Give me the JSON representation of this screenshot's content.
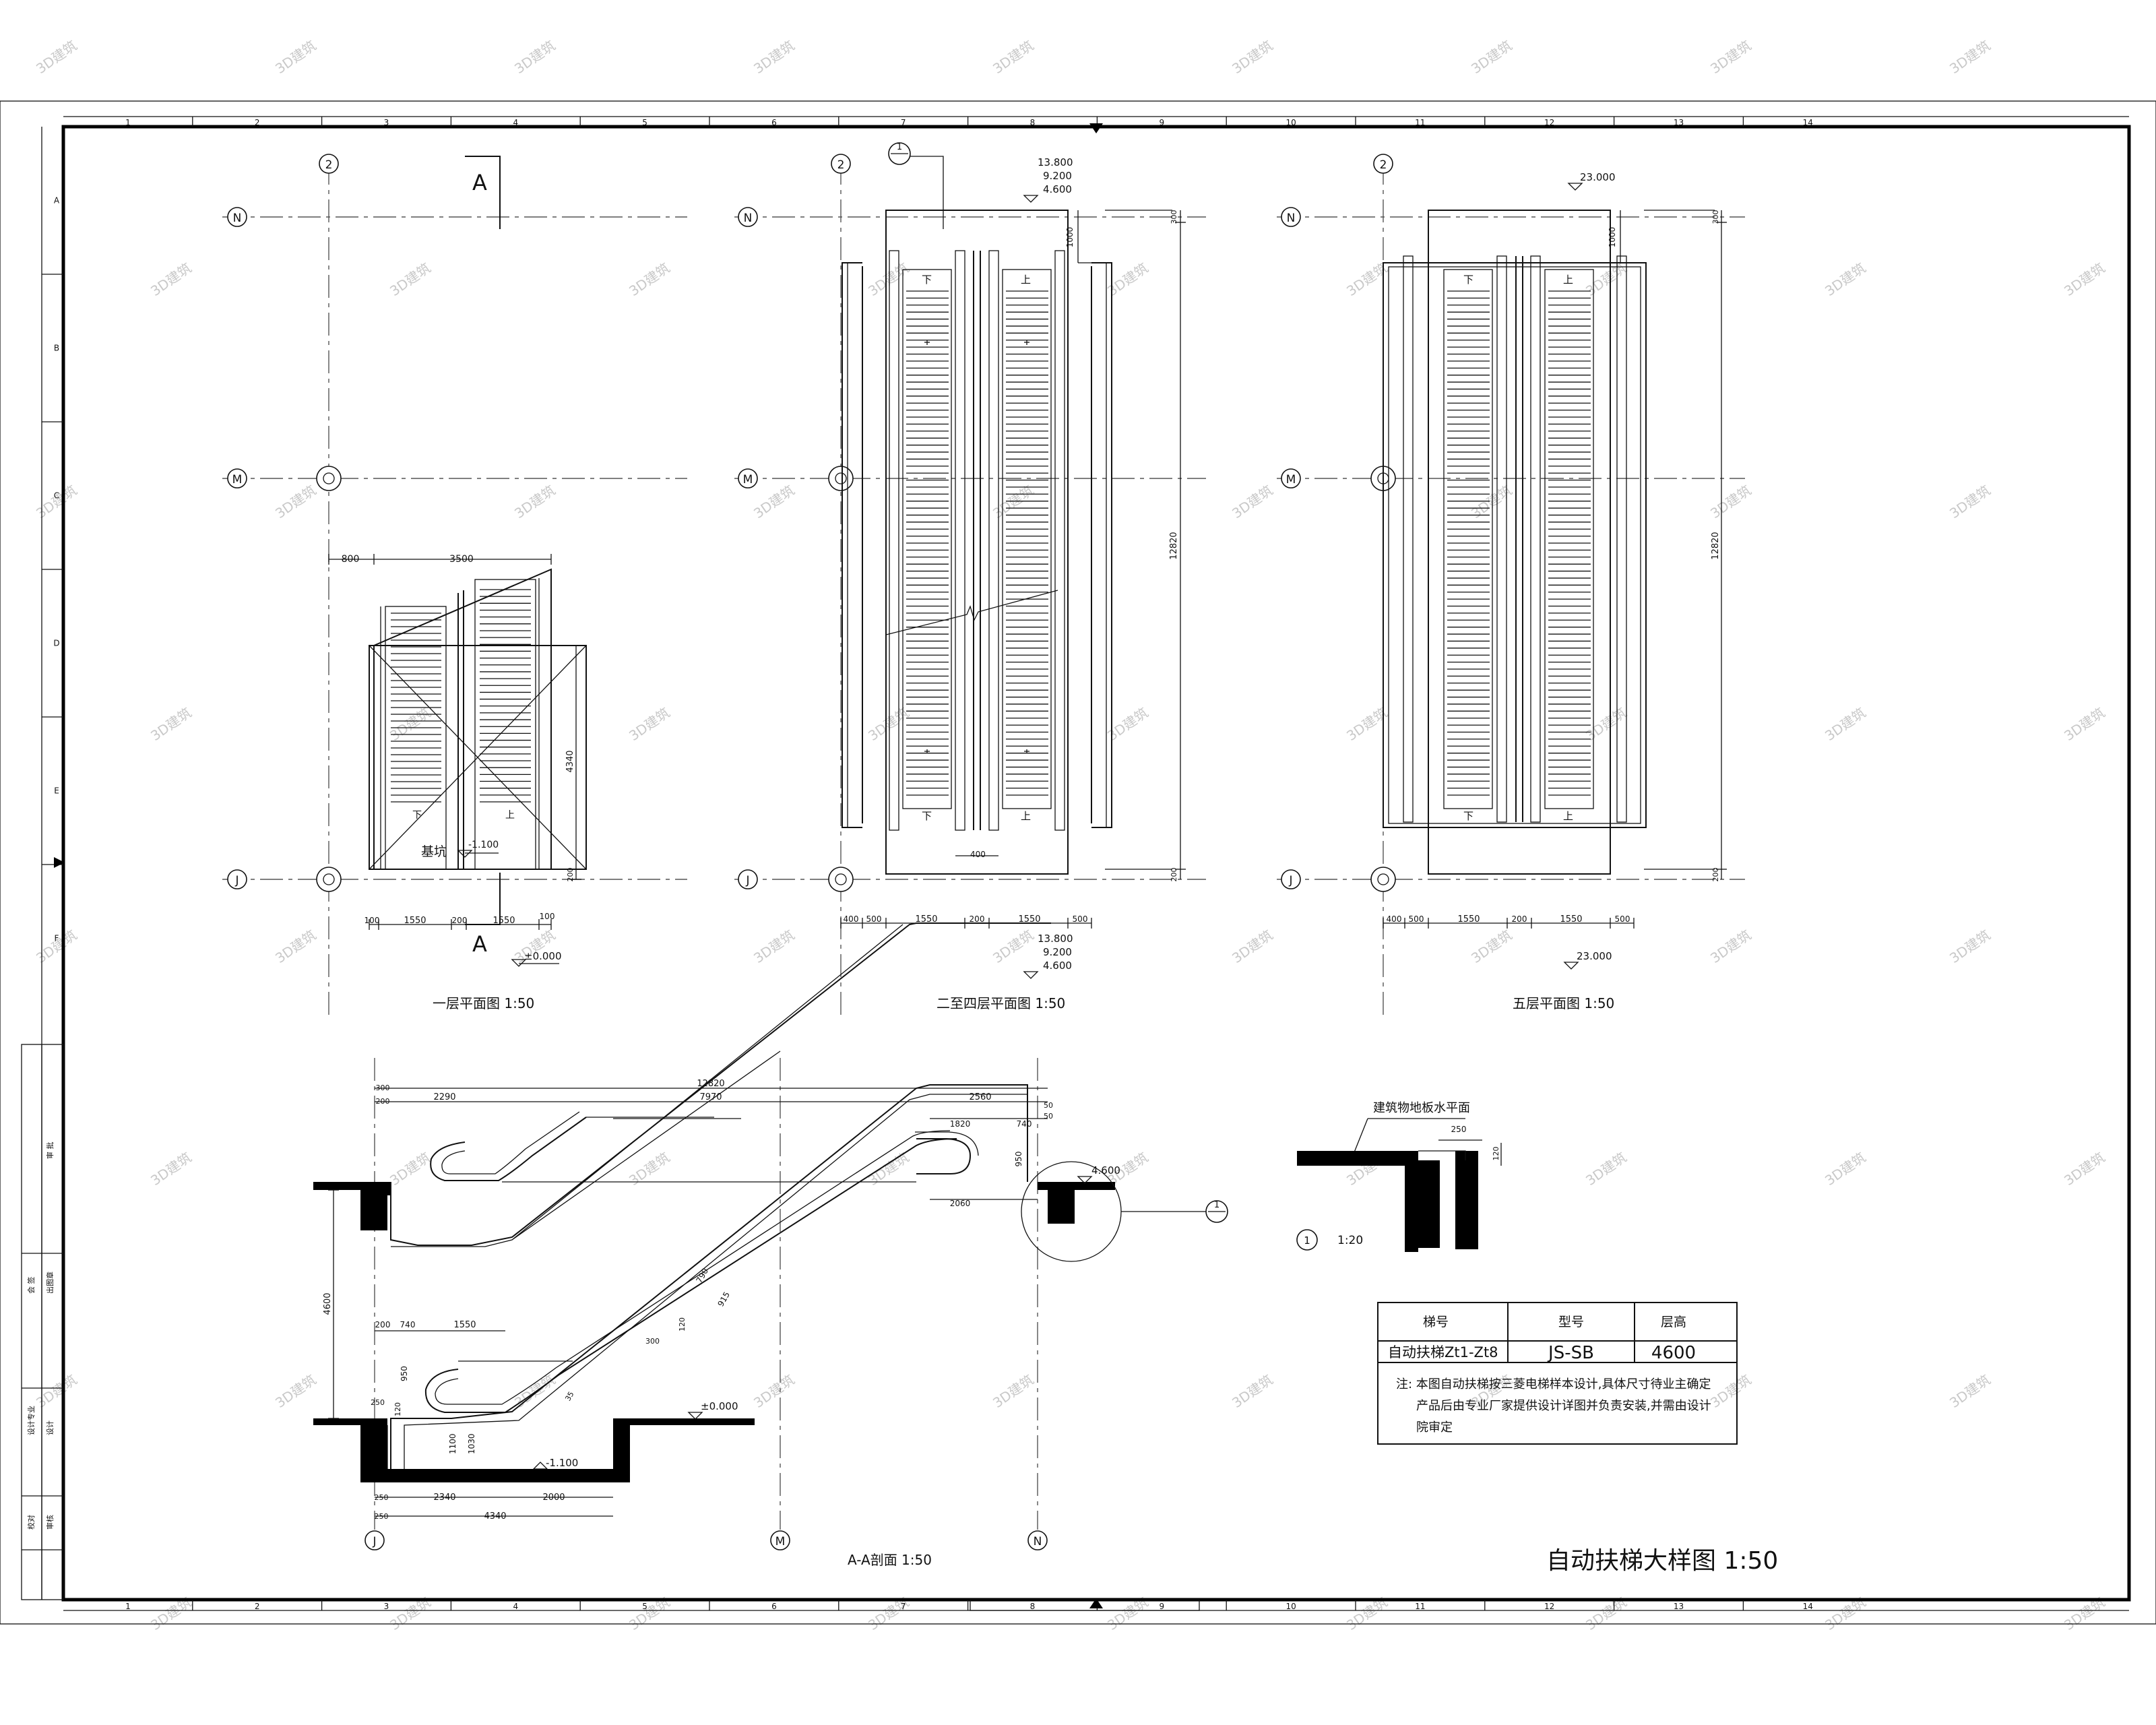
{
  "sheet_title": "自动扶梯大样图 1:50",
  "frame": {
    "col_numbers": [
      "1",
      "2",
      "3",
      "4",
      "5",
      "6",
      "7",
      "8",
      "9",
      "10",
      "11",
      "12",
      "13",
      "14"
    ],
    "row_letters": [
      "A",
      "B",
      "C",
      "D",
      "E",
      "F"
    ]
  },
  "watermark": "3D建筑",
  "plans": {
    "plan1": {
      "title": "一层平面图  1:50",
      "section_mark": "A",
      "axes": {
        "n": "N",
        "m": "M",
        "j": "J",
        "col": "2"
      },
      "dims_top": [
        "800",
        "3500"
      ],
      "dims_bottom": [
        "100",
        "1550",
        "200",
        "1550",
        "100"
      ],
      "dim_right": "4340",
      "dim_right_small": "200",
      "pit_label": "基坑",
      "pit_level": "-1.100",
      "floor_level": "±0.000"
    },
    "plan2": {
      "title": "二至四层平面图  1:50",
      "axes": {
        "n": "N",
        "m": "M",
        "j": "J",
        "col": "2"
      },
      "detail_ref": "1",
      "levels_top": [
        "13.800",
        "9.200",
        "4.600"
      ],
      "levels_bottom": [
        "13.800",
        "9.200",
        "4.600"
      ],
      "dim_small": "1000",
      "dim_top": "300",
      "dim_total": "12820",
      "dim_bottom": "200",
      "dim_gap": "400",
      "dims_bottom": [
        "400",
        "500",
        "1550",
        "200",
        "1550",
        "500"
      ],
      "down": "下",
      "up": "上"
    },
    "plan3": {
      "title": "五层平面图  1:50",
      "axes": {
        "n": "N",
        "m": "M",
        "j": "J",
        "col": "2"
      },
      "level_top": "23.000",
      "level_bottom": "23.000",
      "dim_small": "1000",
      "dim_top": "300",
      "dim_total": "12820",
      "dim_bottom": "200",
      "dims_bottom": [
        "400",
        "500",
        "1550",
        "200",
        "1550",
        "500"
      ],
      "down": "下",
      "up": "上"
    }
  },
  "section": {
    "title": "A-A剖面  1:50",
    "axes": [
      "J",
      "M",
      "N"
    ],
    "dims_top": {
      "total": "12820",
      "a": "300",
      "b": "200",
      "c": "2290",
      "d": "7970",
      "e": "2560",
      "f": "1820",
      "g": "740",
      "h": "2060",
      "i": "950",
      "j": "50",
      "k": "50"
    },
    "dim_height": "4600",
    "dims_lower": [
      "200",
      "740",
      "1550"
    ],
    "dims_bottom": [
      "250",
      "2340",
      "2000",
      "250",
      "4340"
    ],
    "dims_misc": [
      "790",
      "915",
      "35",
      "300",
      "120",
      "950",
      "250",
      "120",
      "1100",
      "1030"
    ],
    "level_top": "4.600",
    "level_floor": "±0.000",
    "level_pit": "-1.100",
    "detail_ref": "1"
  },
  "detail": {
    "label": "建筑物地板水平面",
    "dim_a": "250",
    "dim_b": "120",
    "ref": "1",
    "scale": "1:20"
  },
  "spec_table": {
    "headers": [
      "梯号",
      "型号",
      "层高"
    ],
    "row": [
      "自动扶梯Zt1-Zt8",
      "JS-SB",
      "4600"
    ],
    "note_lines": [
      "注:  本图自动扶梯按三菱电梯样本设计,具体尺寸待业主确定",
      "产品后由专业厂家提供设计详图并负责安装,并需由设计",
      "院审定"
    ]
  },
  "title_block": [
    "审 批",
    "会 签",
    "出图章",
    "设计专业",
    "设计",
    "校对",
    "审核"
  ]
}
